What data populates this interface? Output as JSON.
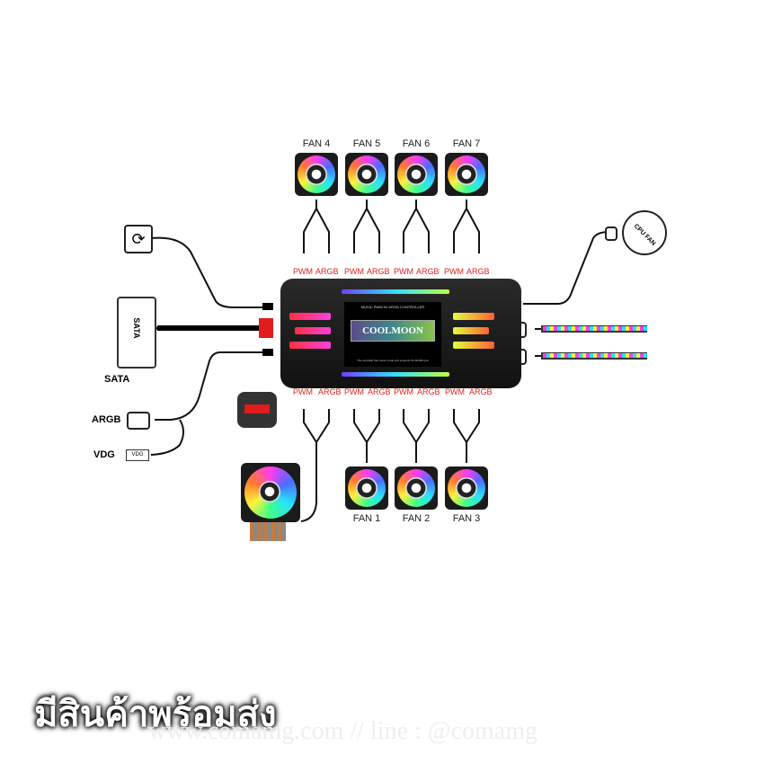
{
  "top_fans": [
    "FAN 4",
    "FAN 5",
    "FAN 6",
    "FAN 7"
  ],
  "bottom_fans": [
    "FAN 1",
    "FAN 2",
    "FAN 3"
  ],
  "pwm": "PWM",
  "argb": "ARGB",
  "sata": "SATA",
  "argb_label": "ARGB",
  "vdg_label": "VDG",
  "vdg_plug": "VDG",
  "cpu_fan": "CPU FAN",
  "controller": {
    "header": "MUSIC PWM 5V ARGB CONTROLLER",
    "brand": "COOLMOON",
    "footer": "The controller has music mode and supports 5V ARGB sync"
  },
  "banner": "มีสินค้าพร้อมส่ง",
  "watermark": "www.comamg.com // line : @comamg"
}
